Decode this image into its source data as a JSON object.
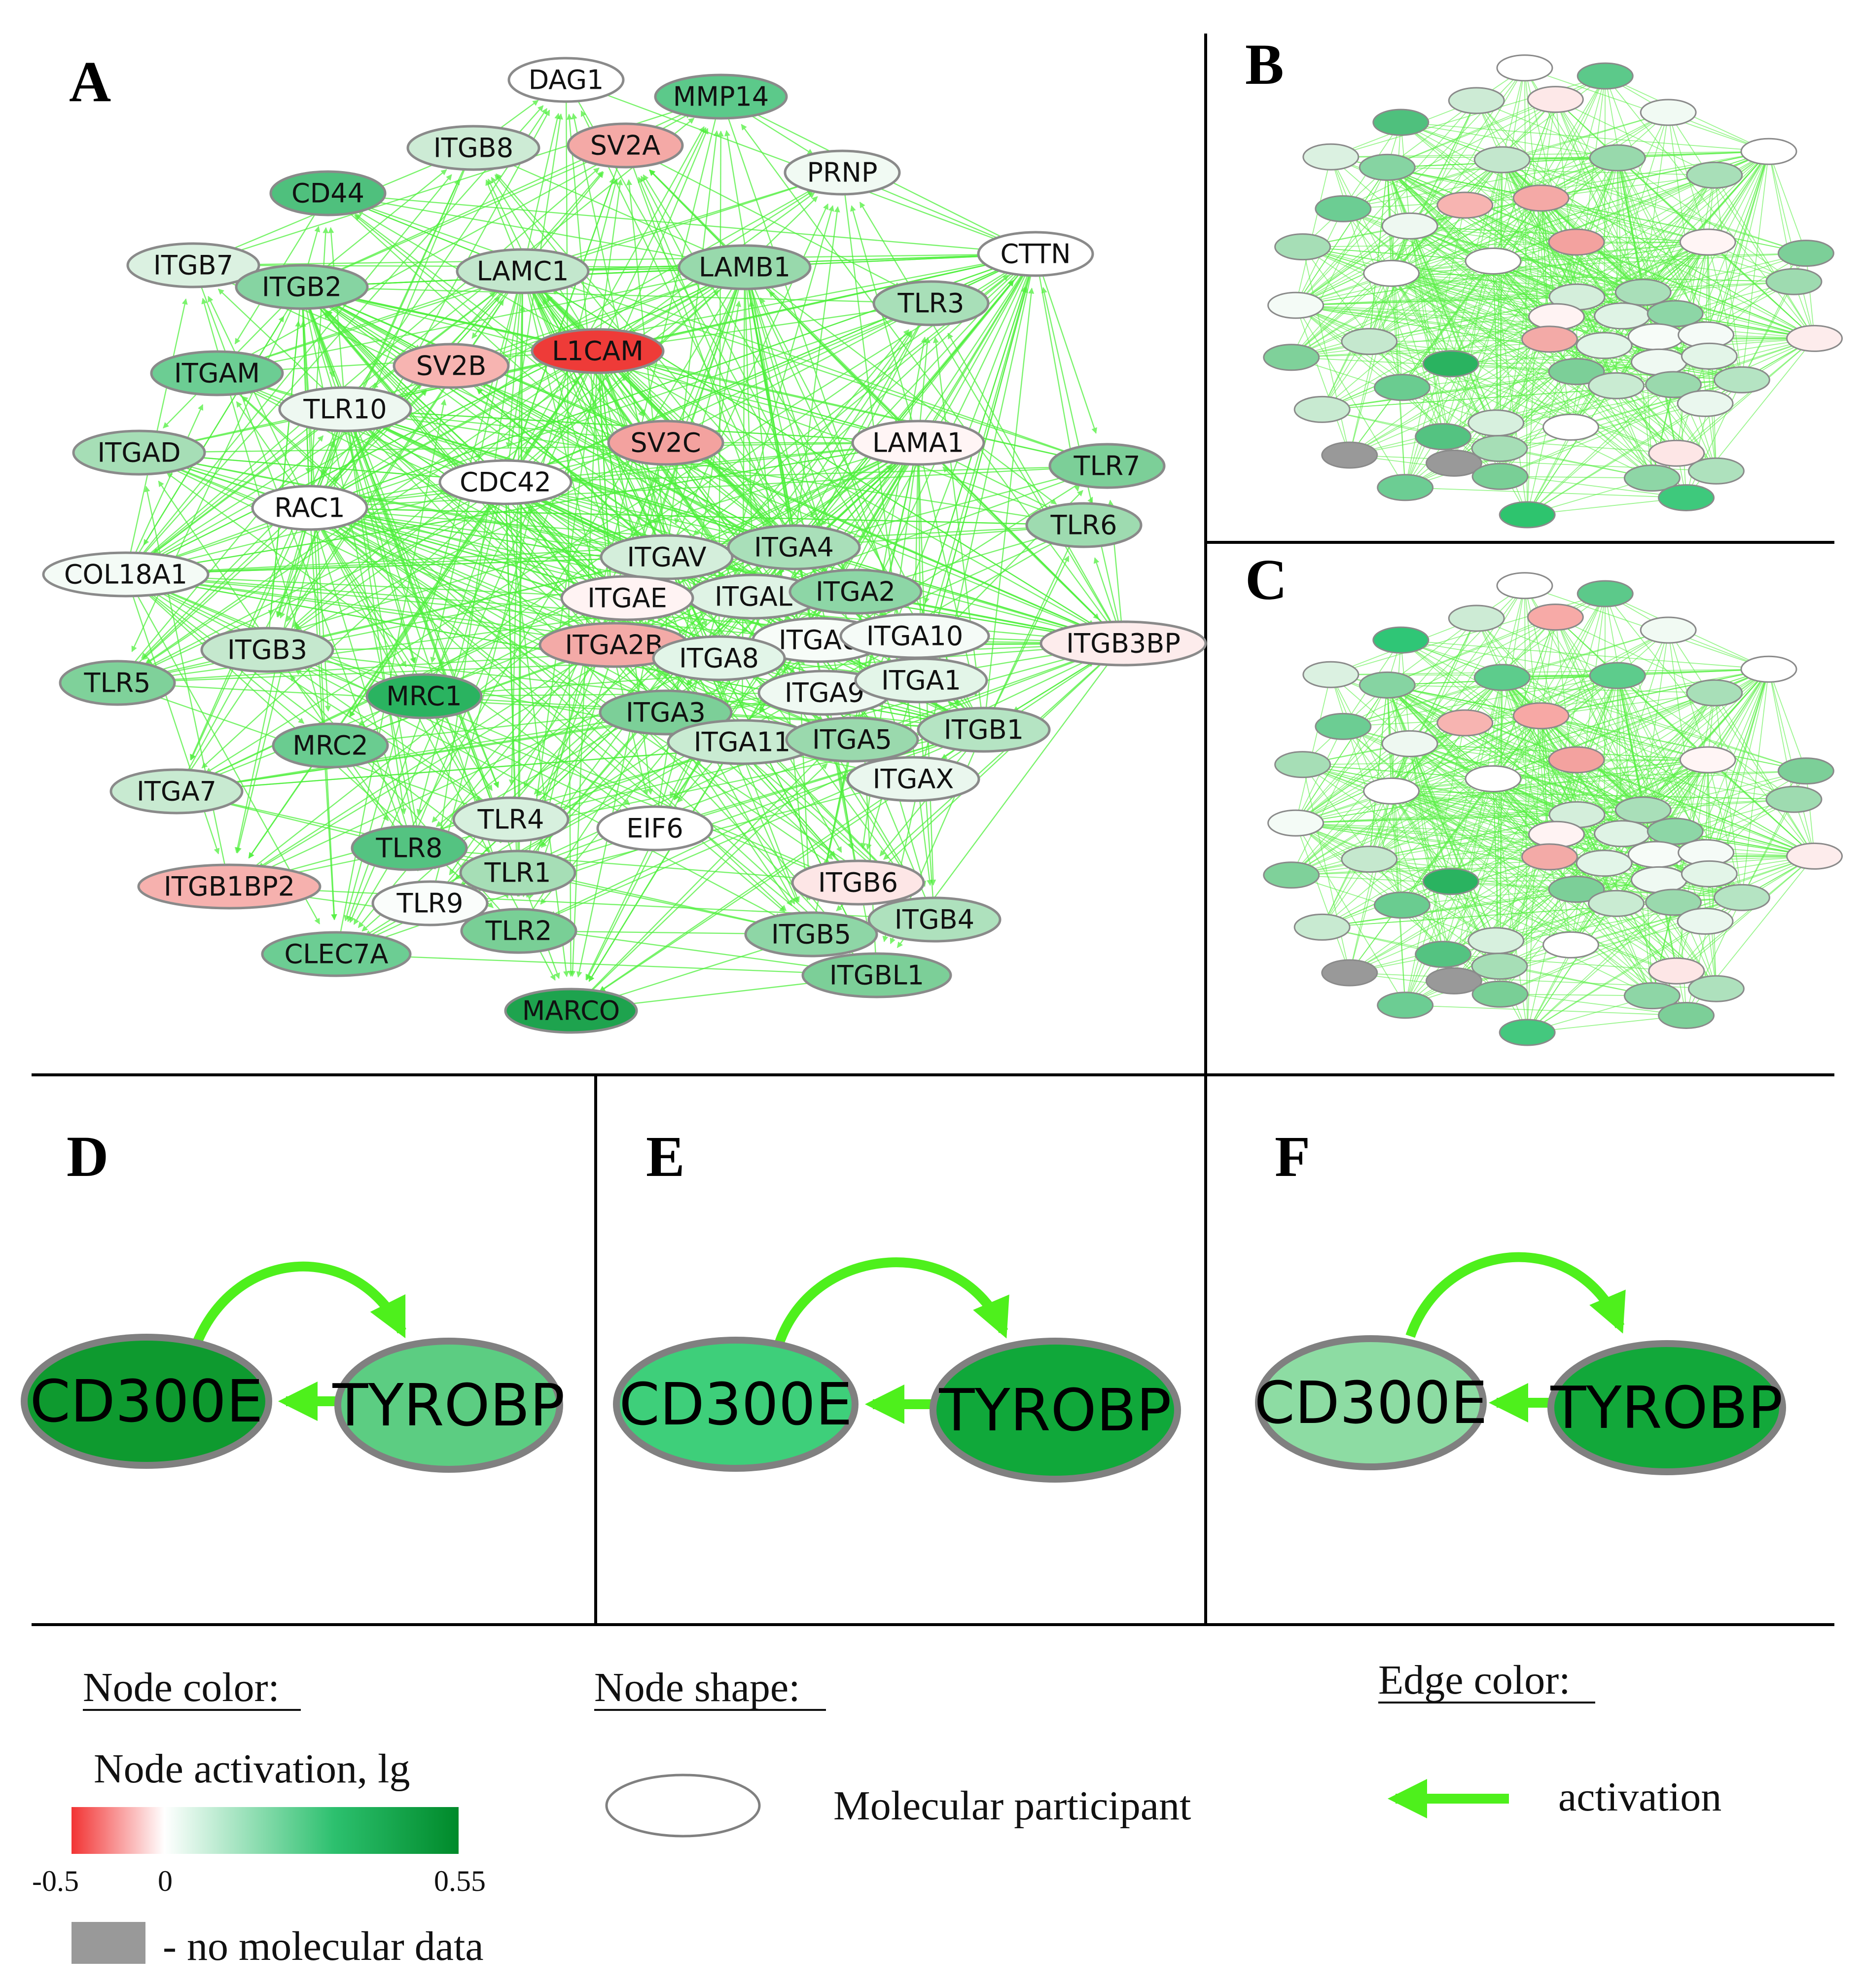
{
  "panels": {
    "A": {
      "label": "A"
    },
    "B": {
      "label": "B"
    },
    "C": {
      "label": "C"
    },
    "D": {
      "label": "D",
      "source": "CD300E",
      "target": "TYROBP"
    },
    "E": {
      "label": "E",
      "source": "CD300E",
      "target": "TYROBP"
    },
    "F": {
      "label": "F",
      "source": "CD300E",
      "target": "TYROBP"
    }
  },
  "network_A_nodes": [
    {
      "id": "DAG1",
      "color": "#ffffff"
    },
    {
      "id": "MMP14",
      "color": "#5cc98a"
    },
    {
      "id": "ITGB8",
      "color": "#cdebd5"
    },
    {
      "id": "SV2A",
      "color": "#f4a9a6"
    },
    {
      "id": "PRNP",
      "color": "#f1faf3"
    },
    {
      "id": "CD44",
      "color": "#4fc07d"
    },
    {
      "id": "CTTN",
      "color": "#ffffff"
    },
    {
      "id": "ITGB7",
      "color": "#dbf1e1"
    },
    {
      "id": "ITGB2",
      "color": "#86d4a2"
    },
    {
      "id": "LAMC1",
      "color": "#c3e7cd"
    },
    {
      "id": "LAMB1",
      "color": "#98d9ac"
    },
    {
      "id": "TLR3",
      "color": "#a8dfb8"
    },
    {
      "id": "L1CAM",
      "color": "#ee3b38"
    },
    {
      "id": "ITGAM",
      "color": "#6ccd93"
    },
    {
      "id": "SV2B",
      "color": "#f7b4b1"
    },
    {
      "id": "TLR10",
      "color": "#eef8f1"
    },
    {
      "id": "ITGAD",
      "color": "#a6deb6"
    },
    {
      "id": "SV2C",
      "color": "#f3a29f"
    },
    {
      "id": "LAMA1",
      "color": "#fff5f5"
    },
    {
      "id": "TLR7",
      "color": "#7ccf98"
    },
    {
      "id": "CDC42",
      "color": "#ffffff"
    },
    {
      "id": "RAC1",
      "color": "#ffffff"
    },
    {
      "id": "TLR6",
      "color": "#9edbb0"
    },
    {
      "id": "COL18A1",
      "color": "#f4fbf6"
    },
    {
      "id": "ITGAV",
      "color": "#d4eedb"
    },
    {
      "id": "ITGA4",
      "color": "#a9dfb9"
    },
    {
      "id": "ITGAL",
      "color": "#dff3e5"
    },
    {
      "id": "ITGA2",
      "color": "#8dd6a6"
    },
    {
      "id": "ITGAE",
      "color": "#fff3f3"
    },
    {
      "id": "ITGA2B",
      "color": "#f3aaa7"
    },
    {
      "id": "ITGA6",
      "color": "#f7fcf8"
    },
    {
      "id": "ITGA10",
      "color": "#f5fbf7"
    },
    {
      "id": "ITGB3BP",
      "color": "#fdecec"
    },
    {
      "id": "ITGA8",
      "color": "#e2f5e8"
    },
    {
      "id": "ITGB3",
      "color": "#c5e8ce"
    },
    {
      "id": "TLR5",
      "color": "#7fd19a"
    },
    {
      "id": "MRC1",
      "color": "#2ab360"
    },
    {
      "id": "ITGA9",
      "color": "#eff9f2"
    },
    {
      "id": "ITGA1",
      "color": "#e3f5e8"
    },
    {
      "id": "ITGA3",
      "color": "#7ccf98"
    },
    {
      "id": "ITGA11",
      "color": "#c9ebd2"
    },
    {
      "id": "ITGA5",
      "color": "#9ad9ad"
    },
    {
      "id": "ITGB1",
      "color": "#b5e4c3"
    },
    {
      "id": "MRC2",
      "color": "#6acc90"
    },
    {
      "id": "ITGAX",
      "color": "#eaf7ee"
    },
    {
      "id": "ITGA7",
      "color": "#c8ead1"
    },
    {
      "id": "TLR4",
      "color": "#d7f0de"
    },
    {
      "id": "EIF6",
      "color": "#ffffff"
    },
    {
      "id": "TLR8",
      "color": "#54c381"
    },
    {
      "id": "ITGB6",
      "color": "#fde6e6"
    },
    {
      "id": "ITGB1BP2",
      "color": "#f6b1ae"
    },
    {
      "id": "TLR1",
      "color": "#a6deb6"
    },
    {
      "id": "TLR9",
      "color": "#fafdfb"
    },
    {
      "id": "ITGB4",
      "color": "#aee1bd"
    },
    {
      "id": "TLR2",
      "color": "#79cf96"
    },
    {
      "id": "ITGB5",
      "color": "#8ed6a6"
    },
    {
      "id": "CLEC7A",
      "color": "#6ccd93"
    },
    {
      "id": "ITGBL1",
      "color": "#7ccf98"
    },
    {
      "id": "MARCO",
      "color": "#1ea34e"
    }
  ],
  "panel_D": {
    "source_color": "#0e9a2f",
    "target_color": "#5ccd82"
  },
  "panel_E": {
    "source_color": "#3ecf7a",
    "target_color": "#10a83a"
  },
  "panel_F": {
    "source_color": "#8ddca3",
    "target_color": "#12a83a"
  },
  "legend": {
    "node_color": {
      "title": "Node color:",
      "subtitle": "Node activation, lg",
      "scale_min": "-0.5",
      "scale_mid": "0",
      "scale_max": "0.55",
      "gradient_colors": [
        "#f23333",
        "#ffffff",
        "#2cc06e",
        "#008a2a"
      ],
      "no_data_color": "#999999",
      "no_data_label": "- no molecular data"
    },
    "node_shape": {
      "title": "Node shape:",
      "label": "Molecular participant"
    },
    "edge_color": {
      "title": "Edge color:",
      "label": "activation",
      "color": "#4ef01c"
    }
  }
}
